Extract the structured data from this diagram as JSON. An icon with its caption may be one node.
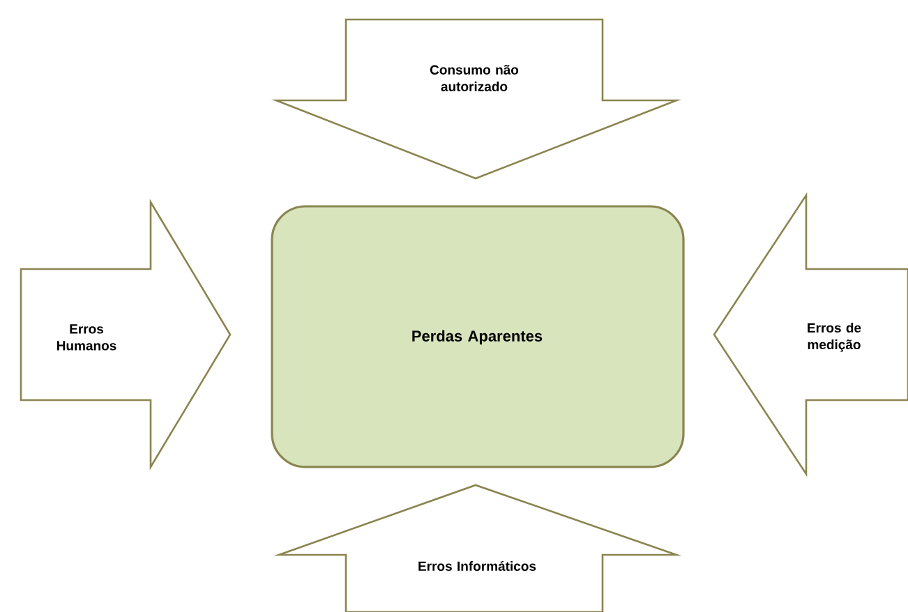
{
  "diagram": {
    "nodes": [
      {
        "text": [
          "Consumo não autorizado"
        ]
      },
      {
        "text": [
          "Erros Humanos"
        ]
      },
      {
        "text": [
          "Perdas Aparentes"
        ]
      },
      {
        "text": [
          "Erros de medição"
        ]
      },
      {
        "text": [
          "Erros Informáticos"
        ]
      }
    ]
  }
}
